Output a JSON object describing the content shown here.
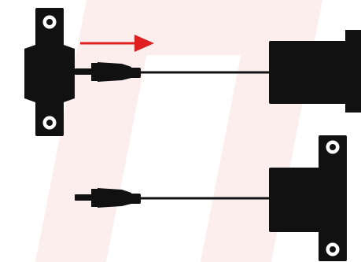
{
  "colors": {
    "background": "#ffffff",
    "watermark": "#fdeeee",
    "device": "#111111",
    "hole_fill": "#ffffff",
    "arrow": "#e02020",
    "cable": "#111111"
  },
  "figure": {
    "panel_top": {
      "mount_bracket": {
        "icon": "mount-bracket-icon",
        "holes": 2
      },
      "arrow": {
        "icon": "arrow-right-icon",
        "direction": "right"
      },
      "connector": {
        "icon": "dc-plug-icon"
      },
      "device": {
        "icon": "dc-jack-housing-icon"
      }
    },
    "panel_bottom": {
      "connector": {
        "icon": "dc-plug-icon"
      },
      "device": {
        "icon": "dc-jack-housing-icon",
        "mount_holes": 2
      }
    }
  }
}
